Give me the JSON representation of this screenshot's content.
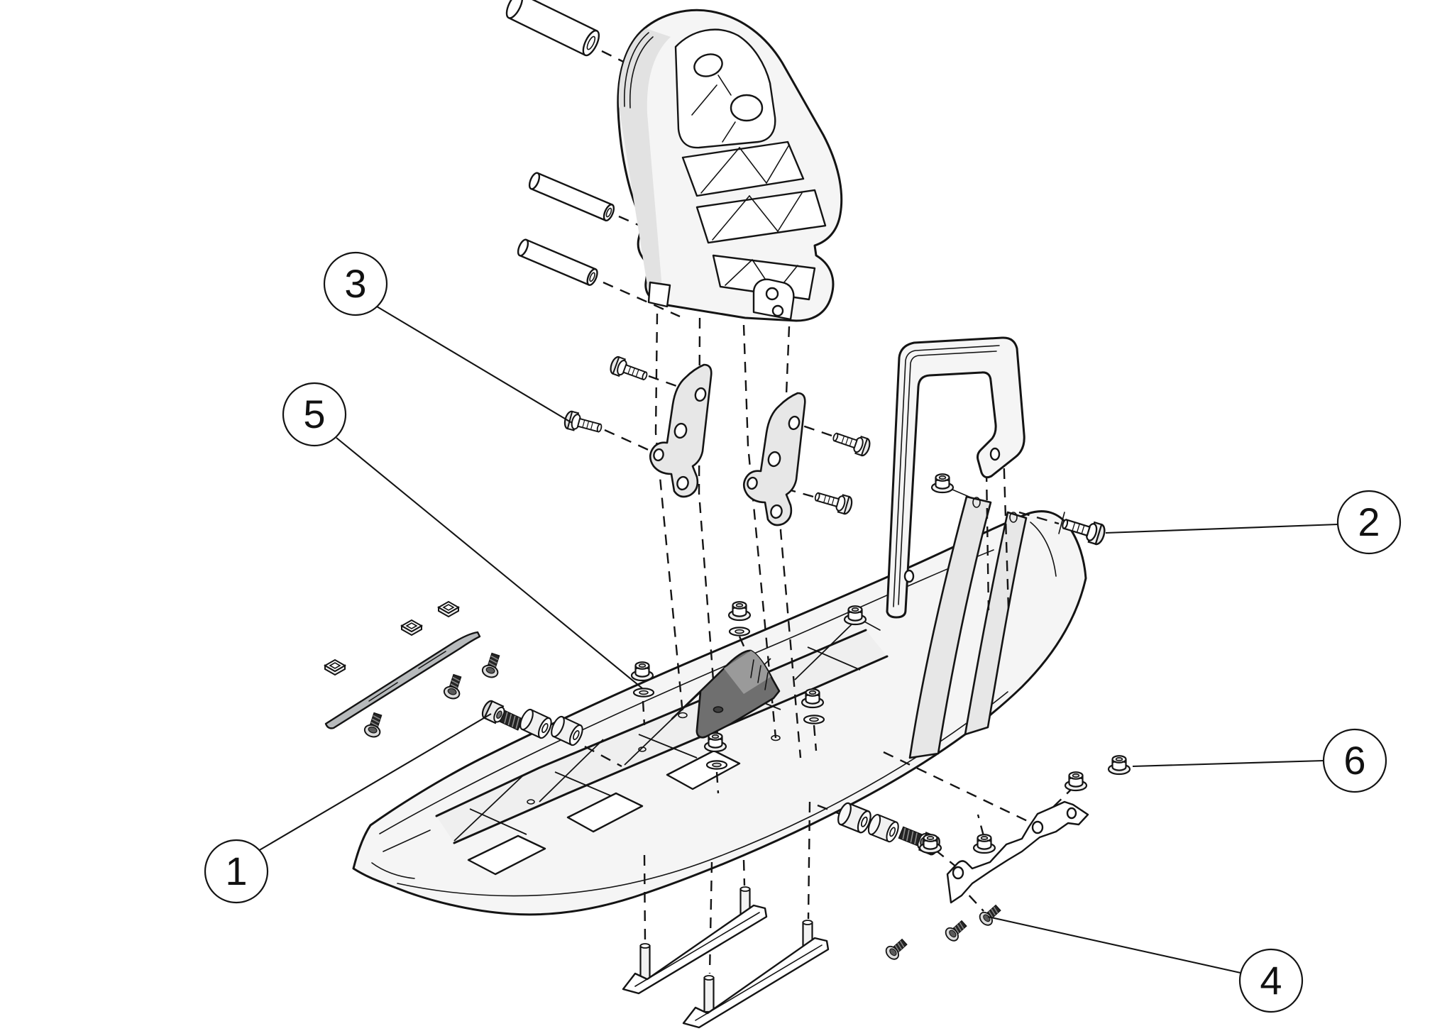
{
  "document": {
    "kind": "exploded-parts-diagram",
    "subject": "snowmobile ski assembly",
    "background_color": "#ffffff",
    "line_color": "#141414"
  },
  "colors": {
    "part_light": "#f5f5f5",
    "part_mid": "#e7e7e7",
    "damper_dark": "#6f6f6f",
    "wear_bar_gray": "#b7babc",
    "hardware_dark": "#2a2a2a"
  },
  "callouts": [
    {
      "number": "1",
      "points_to": "bolt-with-bushings-left"
    },
    {
      "number": "2",
      "points_to": "handle-mount-bolt"
    },
    {
      "number": "3",
      "points_to": "plate-mount-bolt"
    },
    {
      "number": "4",
      "points_to": "rear-bracket-screw"
    },
    {
      "number": "5",
      "points_to": "flange-nut-and-washer"
    },
    {
      "number": "6",
      "points_to": "rear-bracket-nut"
    }
  ],
  "parts": [
    {
      "name": "ski-body",
      "qty": 1
    },
    {
      "name": "ski-leg-spindle",
      "qty": 1
    },
    {
      "name": "spacer-tube",
      "qty": 3
    },
    {
      "name": "mounting-plate",
      "qty": 2
    },
    {
      "name": "plate-flange-bolt",
      "qty": 4
    },
    {
      "name": "ski-handle-loop",
      "qty": 1
    },
    {
      "name": "handle-mount-bolt",
      "qty": 1
    },
    {
      "name": "flange-nut",
      "qty": 10
    },
    {
      "name": "flat-washer",
      "qty": 5
    },
    {
      "name": "square-nut",
      "qty": 3
    },
    {
      "name": "wear-bar",
      "qty": 1
    },
    {
      "name": "button-screw",
      "qty": 3
    },
    {
      "name": "socket-bolt-with-bushings",
      "qty": 2
    },
    {
      "name": "rubber-damper-pad",
      "qty": 1
    },
    {
      "name": "rear-bracket",
      "qty": 1
    },
    {
      "name": "rear-bracket-screw",
      "qty": 3
    },
    {
      "name": "runner-skag",
      "qty": 2
    }
  ]
}
